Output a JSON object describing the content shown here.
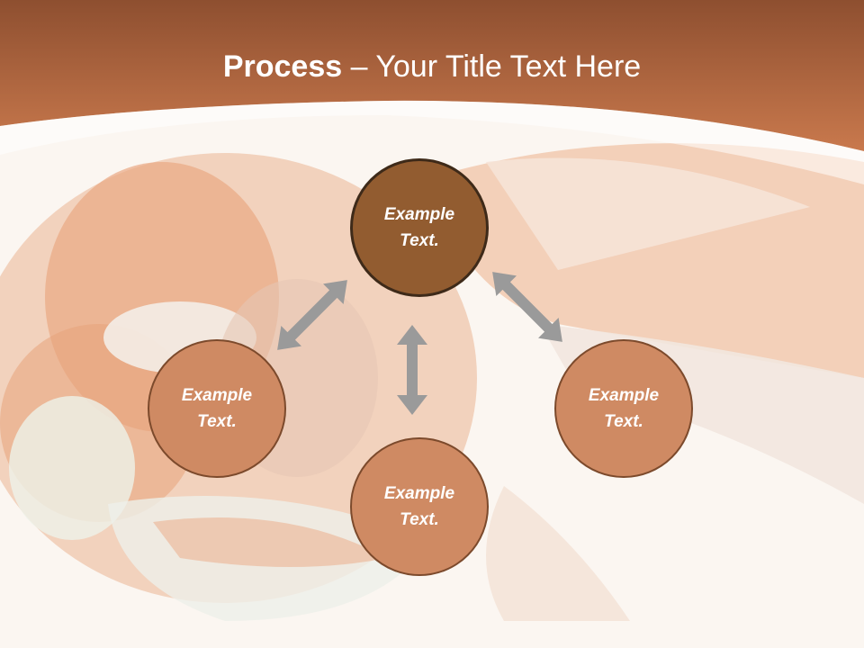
{
  "slide": {
    "title_bold": "Process",
    "title_rest": " – Your Title Text Here"
  },
  "diagram": {
    "nodes": [
      {
        "id": "top",
        "label": "Example Text."
      },
      {
        "id": "left",
        "label": "Example Text."
      },
      {
        "id": "right",
        "label": "Example Text."
      },
      {
        "id": "bottom",
        "label": "Example Text."
      }
    ]
  },
  "colors": {
    "header": "#b86e48",
    "primary_node": "#925c30",
    "secondary_node": "#cf8a63",
    "arrow": "#9a9a9a"
  }
}
